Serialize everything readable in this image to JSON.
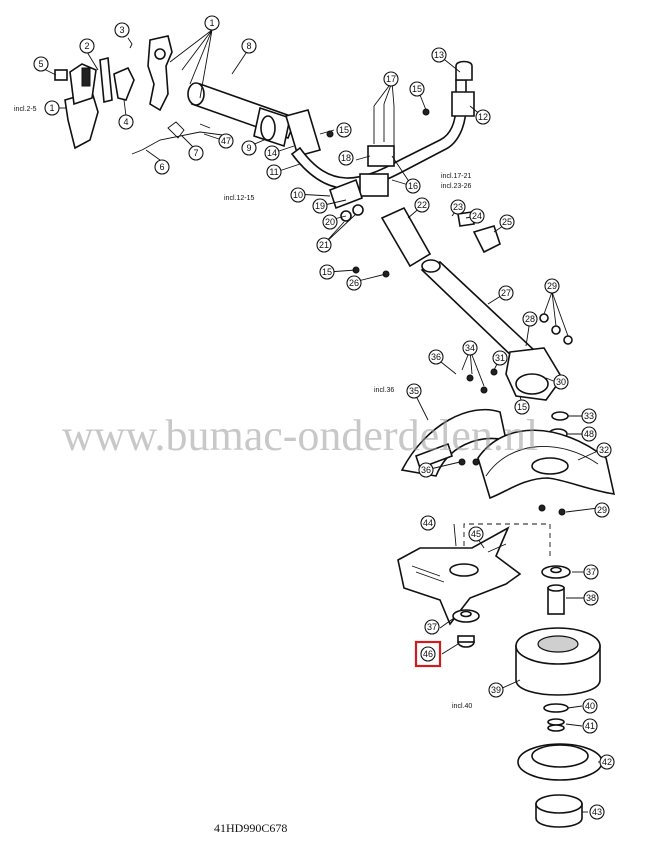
{
  "watermark": "www.bumac-onderdelen.nl",
  "model_number": "41HD990C678",
  "highlighted_part": "46",
  "highlight_color": "#d01c1c",
  "notes": {
    "incl_2_5": "incl.2-5",
    "incl_12_15": "incl.12-15",
    "incl_17_21": "incl.17-21",
    "incl_23_26": "incl.23-26",
    "incl_36": "incl.36",
    "incl_40": "incl.40"
  },
  "callouts": [
    "1",
    "1",
    "2",
    "3",
    "4",
    "5",
    "6",
    "7",
    "8",
    "9",
    "10",
    "11",
    "12",
    "13",
    "14",
    "15",
    "15",
    "15",
    "15",
    "16",
    "17",
    "18",
    "19",
    "20",
    "21",
    "22",
    "23",
    "24",
    "25",
    "26",
    "27",
    "28",
    "29",
    "29",
    "30",
    "31",
    "32",
    "33",
    "34",
    "35",
    "36",
    "36",
    "37",
    "37",
    "38",
    "39",
    "40",
    "41",
    "42",
    "43",
    "44",
    "45",
    "46",
    "47",
    "48"
  ]
}
